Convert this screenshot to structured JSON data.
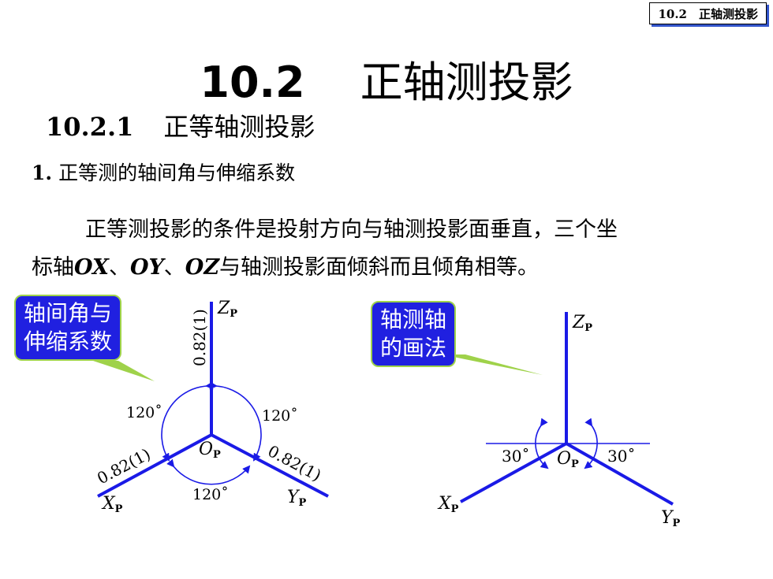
{
  "header": {
    "tag": "10.2　正轴测投影"
  },
  "title": {
    "num": "10.2",
    "text": "正轴测投影"
  },
  "subtitle": {
    "num": "10.2.1",
    "text": "正等轴测投影"
  },
  "item": {
    "num": "1.",
    "text": "正等测的轴间角与伸缩系数"
  },
  "paragraph": {
    "line1": "正等测投影的条件是投射方向与轴测投影面垂直，三个坐",
    "line2_pre": "标轴",
    "ox": "OX",
    "sep1": "、",
    "oy": "OY",
    "sep2": "、",
    "oz": "OZ",
    "line2_post": "与轴测投影面倾斜而且倾角相等。"
  },
  "callout_left": {
    "line1": "轴间角与",
    "line2": "伸缩系数"
  },
  "callout_right": {
    "line1": "轴测轴",
    "line2": "的画法"
  },
  "diagram_left": {
    "z_label": "Z",
    "x_label": "X",
    "y_label": "Y",
    "o_label": "O",
    "sub": "P",
    "coef_z": "0.82(1)",
    "coef_x": "0.82(1)",
    "coef_y": "0.82(1)",
    "angle_tl": "120˚",
    "angle_tr": "120˚",
    "angle_b": "120˚"
  },
  "diagram_right": {
    "z_label": "Z",
    "x_label": "X",
    "y_label": "Y",
    "o_label": "O",
    "sub": "P",
    "angle_l": "30˚",
    "angle_r": "30˚"
  },
  "colors": {
    "axis": "#1a1ae6",
    "callout_bg": "#2020e0",
    "callout_border": "#9fd24a"
  }
}
